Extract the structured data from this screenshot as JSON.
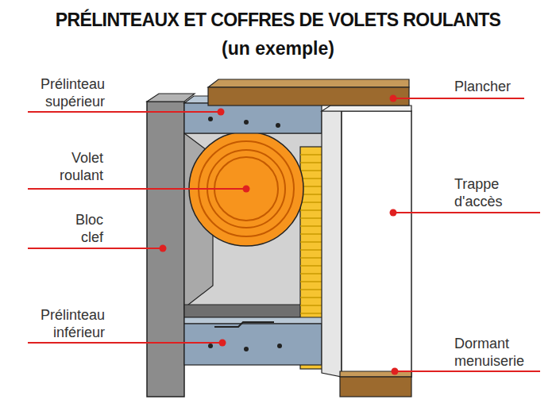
{
  "diagram": {
    "title": "PRÉLINTEAUX ET COFFRES DE VOLETS ROULANTS",
    "labels": [
      "(un exemple)",
      "Prélinteau supérieur",
      "Volet roulant",
      "Bloc clef",
      "Prélinteau inférieur",
      "Plancher",
      "Trappe d'accès",
      "Dormant menuiserie"
    ]
  }
}
